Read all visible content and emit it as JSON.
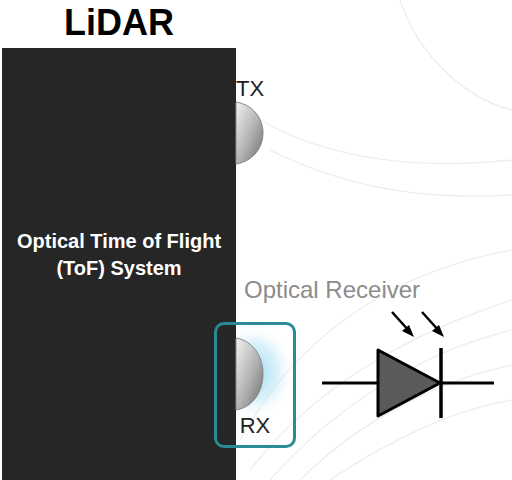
{
  "diagram": {
    "nodes": [
      {
        "text": [
          "LiDAR",
          "Optical Time of Flight (ToF) System"
        ]
      },
      {
        "text": [
          "RX"
        ]
      }
    ],
    "labels": [
      "TX",
      "Optical Receiver"
    ]
  }
}
